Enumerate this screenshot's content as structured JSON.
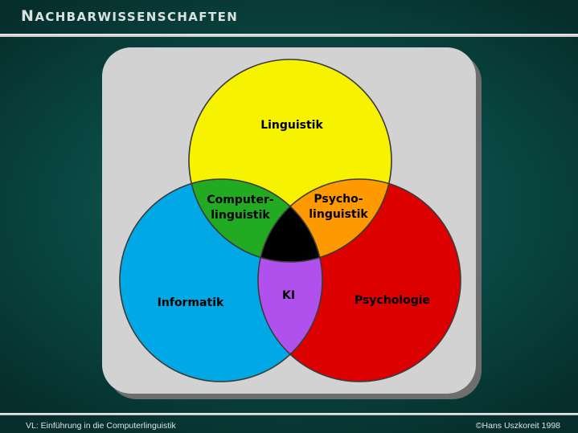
{
  "slide": {
    "title_initial": "N",
    "title_rest": "ACHBARWISSENSCHAFTEN"
  },
  "footer": {
    "left": "VL: Einführung in die Computerlinguistik",
    "right": "©Hans Uszkoreit 1998"
  },
  "venn": {
    "sets": {
      "linguistik": {
        "label": "Linguistik",
        "color": "#f7f200"
      },
      "informatik": {
        "label": "Informatik",
        "color": "#00a8e6"
      },
      "psychologie": {
        "label": "Psychologie",
        "color": "#dd0000"
      }
    },
    "overlaps": {
      "computerlinguistik": {
        "line1": "Computer-",
        "line2": "linguistik",
        "color": "#22aa22"
      },
      "psycholinguistik": {
        "line1": "Psycho-",
        "line2": "linguistik",
        "color": "#ff9900"
      },
      "ki": {
        "label": "KI",
        "color": "#b051ee"
      },
      "center": {
        "color": "#000000"
      }
    }
  }
}
